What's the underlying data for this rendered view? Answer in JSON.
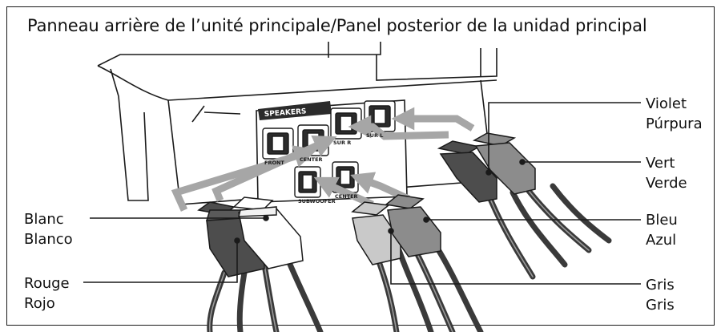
{
  "title": "Panneau arrière de l’unité principale/Panel posterior de la unidad principal",
  "panel_label": "SPEAKERS",
  "terminal_labels": [
    "FRONT",
    "CENTER",
    "SUR R",
    "SUR L",
    "SUBWOOFER",
    "CENTER"
  ],
  "callouts": {
    "violet": {
      "fr": "Violet",
      "es": "Púrpura"
    },
    "vert": {
      "fr": "Vert",
      "es": "Verde"
    },
    "blanc": {
      "fr": "Blanc",
      "es": "Blanco"
    },
    "bleu": {
      "fr": "Bleu",
      "es": "Azul"
    },
    "rouge": {
      "fr": "Rouge",
      "es": "Rojo"
    },
    "gris": {
      "fr": "Gris",
      "es": "Gris"
    }
  },
  "colors": {
    "line": "#1a1a1a",
    "arrow": "#a6a6a6",
    "connector_dark": "#4d4d4d",
    "connector_mid": "#8c8c8c",
    "connector_light": "#c9c9c9",
    "connector_white": "#ffffff"
  }
}
